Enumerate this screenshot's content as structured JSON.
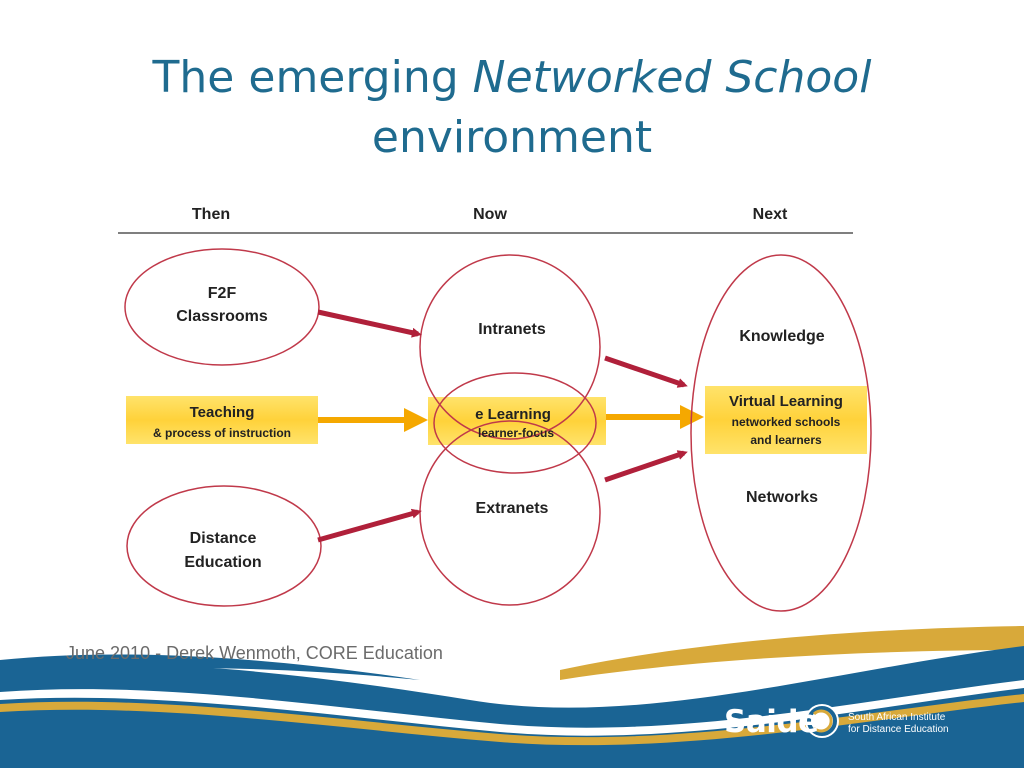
{
  "title": {
    "prefix": "The emerging ",
    "emphasis": "Networked School",
    "suffix": "environment"
  },
  "columns": {
    "then": "Then",
    "now": "Now",
    "next": "Next"
  },
  "nodes": {
    "f2f_line1": "F2F",
    "f2f_line2": "Classrooms",
    "distance_line1": "Distance",
    "distance_line2": "Education",
    "teaching_line1": "Teaching",
    "teaching_line2": "& process of instruction",
    "intranets": "Intranets",
    "elearning_line1": "e Learning",
    "elearning_line2": "learner-focus",
    "extranets": "Extranets",
    "knowledge": "Knowledge",
    "virtual_line1": "Virtual Learning",
    "virtual_line2": "networked schools",
    "virtual_line3": "and learners",
    "networks": "Networks"
  },
  "footer": {
    "credit": "June 2010 - Derek Wenmoth, CORE Education",
    "brand_name": "Saide",
    "brand_line1": "South African Institute",
    "brand_line2": "for Distance Education"
  },
  "colors": {
    "title": "#1f6b8f",
    "ellipse_stroke": "#c0394a",
    "arrow_red": "#b0203a",
    "arrow_orange": "#f5a800",
    "highlight_yellow": "#ffd84a",
    "wave_blue": "#1a6494",
    "wave_gold": "#d8a93a"
  }
}
